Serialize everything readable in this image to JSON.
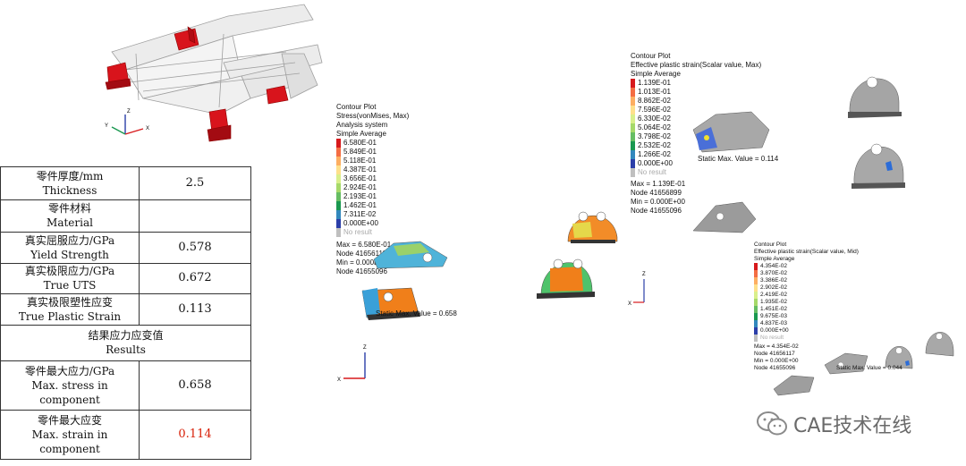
{
  "table": {
    "rows": [
      {
        "zh": "零件厚度/mm",
        "en": "Thickness",
        "value": "2.5"
      },
      {
        "zh": "零件材料",
        "en": "Material",
        "value": ""
      },
      {
        "zh": "真实屈服应力/GPa",
        "en": "Yield  Strength",
        "value": "0.578"
      },
      {
        "zh": "真实极限应力/GPa",
        "en": "True  UTS",
        "value": "0.672"
      },
      {
        "zh": "真实极限塑性应变",
        "en": "True  Plastic  Strain",
        "value": "0.113"
      }
    ],
    "results_zh": "结果应力应变值",
    "results_en": "Results",
    "result_rows": [
      {
        "zh": "零件最大应力/GPa",
        "en1": "Max.  stress  in",
        "en2": "component",
        "value": "0.658"
      },
      {
        "zh": "零件最大应变",
        "en1": "Max.  strain   in",
        "en2": "component",
        "value": "0.114"
      }
    ]
  },
  "stress_plot": {
    "title": "Contour Plot",
    "line2": "Stress(vonMises, Max)",
    "line3": "Analysis system",
    "line4": "Simple Average",
    "levels": [
      "6.580E-01",
      "5.849E-01",
      "5.118E-01",
      "4.387E-01",
      "3.656E-01",
      "2.924E-01",
      "2.193E-01",
      "1.462E-01",
      "7.311E-02",
      "0.000E+00"
    ],
    "no_result": "No result",
    "max": "Max = 6.580E-01",
    "node_max": "Node 41656111",
    "min": "Min = 0.000E+00",
    "node_min": "Node 41655096",
    "static_max": "Static Max. Value =  0.658"
  },
  "strain_plot": {
    "title": "Contour Plot",
    "line2": "Effective plastic strain(Scalar value, Max)",
    "line3": "Simple Average",
    "levels": [
      "1.139E-01",
      "1.013E-01",
      "8.862E-02",
      "7.596E-02",
      "6.330E-02",
      "5.064E-02",
      "3.798E-02",
      "2.532E-02",
      "1.266E-02",
      "0.000E+00"
    ],
    "no_result": "No result",
    "max": "Max = 1.139E-01",
    "node_max": "Node 41656899",
    "min": "Min = 0.000E+00",
    "node_min": "Node 41655096",
    "static_max": "Static Max. Value =  0.114"
  },
  "strain_mid_plot": {
    "title": "Contour Plot",
    "line2": "Effective plastic strain(Scalar value, Mid)",
    "line3": "Simple Average",
    "levels": [
      "4.354E-02",
      "3.870E-02",
      "3.386E-02",
      "2.902E-02",
      "2.419E-02",
      "1.935E-02",
      "1.451E-02",
      "9.675E-03",
      "4.837E-03",
      "0.000E+00"
    ],
    "no_result": "No result",
    "max": "Max = 4.354E-02",
    "node_max": "Node 41656117",
    "min": "Min = 0.000E+00",
    "node_min": "Node 41655096",
    "static_max": "Static Max. Value =  0.044"
  },
  "legend_colors": [
    "#d7191c",
    "#f46d43",
    "#fdae61",
    "#fee08b",
    "#d9ef8b",
    "#a6d96a",
    "#66bd63",
    "#1a9850",
    "#3288bd",
    "#2b3ea8"
  ],
  "no_result_color": "#bfbfbf",
  "axes": {
    "x": "X",
    "y": "Y",
    "z": "Z"
  },
  "watermark": "CAE技术在线",
  "colors": {
    "part_red": "#d8141c",
    "frame_gray": "#c8c8c8",
    "red_value": "#d81e06"
  }
}
